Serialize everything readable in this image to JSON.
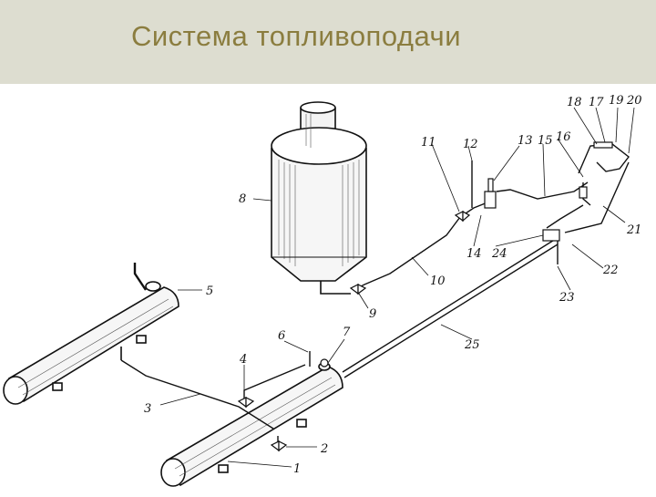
{
  "header": {
    "title": "Система топливоподачи"
  },
  "labels": {
    "l1": "1",
    "l2": "2",
    "l3": "3",
    "l4": "4",
    "l5": "5",
    "l6": "6",
    "l7": "7",
    "l8": "8",
    "l9": "9",
    "l10": "10",
    "l11": "11",
    "l12": "12",
    "l13": "13",
    "l14": "14",
    "l15": "15",
    "l16": "16",
    "l17": "17",
    "l18": "18",
    "l19": "19",
    "l20": "20",
    "l21": "21",
    "l22": "22",
    "l23": "23",
    "l24": "24",
    "l25": "25"
  },
  "colors": {
    "header_bg": "#ddddd0",
    "title": "#8b7d3f",
    "ink": "#111111"
  }
}
